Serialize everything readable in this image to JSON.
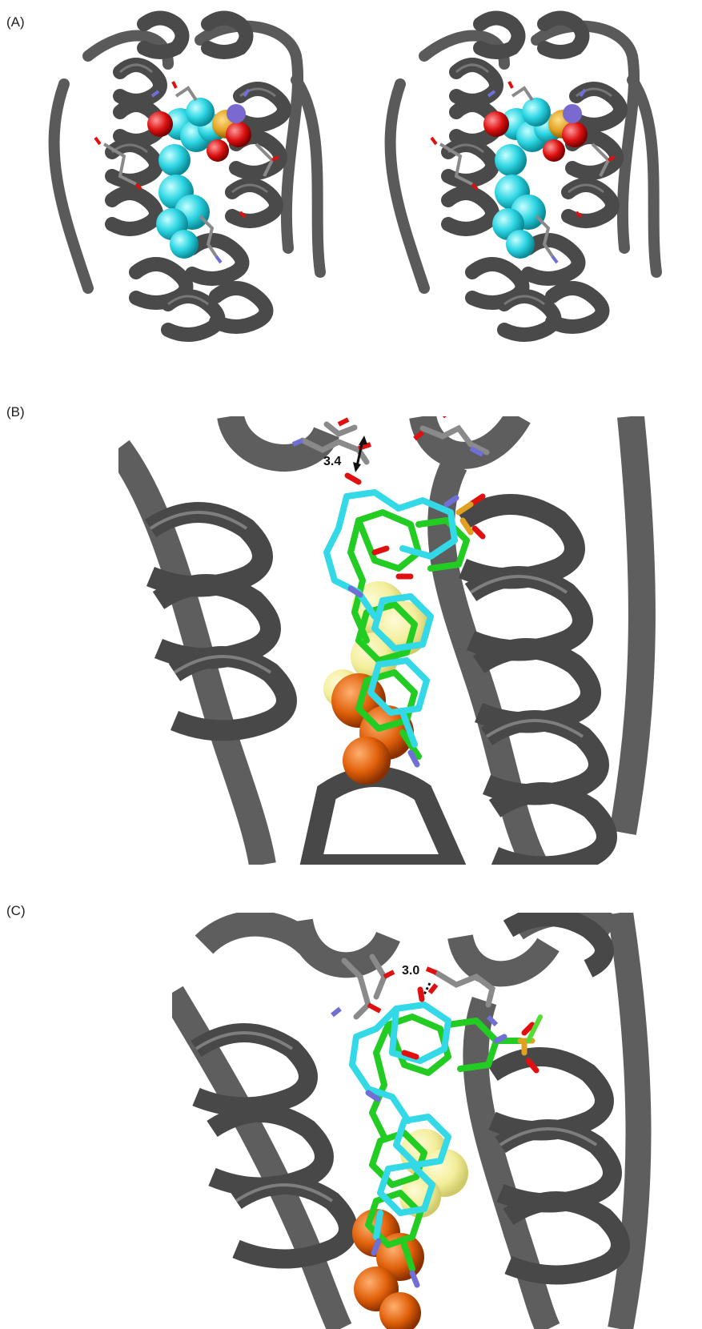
{
  "panels": [
    {
      "label": "(A)"
    },
    {
      "label": "(B)",
      "distance_label": "3.4"
    },
    {
      "label": "(C)",
      "distance_label": "3.0"
    }
  ],
  "colors": {
    "ribbon": "#5e5e5e",
    "ribbon_dark": "#3c3c3c",
    "ligand_cyan": "#33d9e6",
    "ligand_green": "#22cc22",
    "oxygen": "#e01010",
    "nitrogen": "#6f6fd6",
    "sulfur": "#e0a020",
    "fluorine_green": "#55dd33",
    "sphere_yellow": "#f2ec8a",
    "sphere_orange": "#e0600a"
  }
}
